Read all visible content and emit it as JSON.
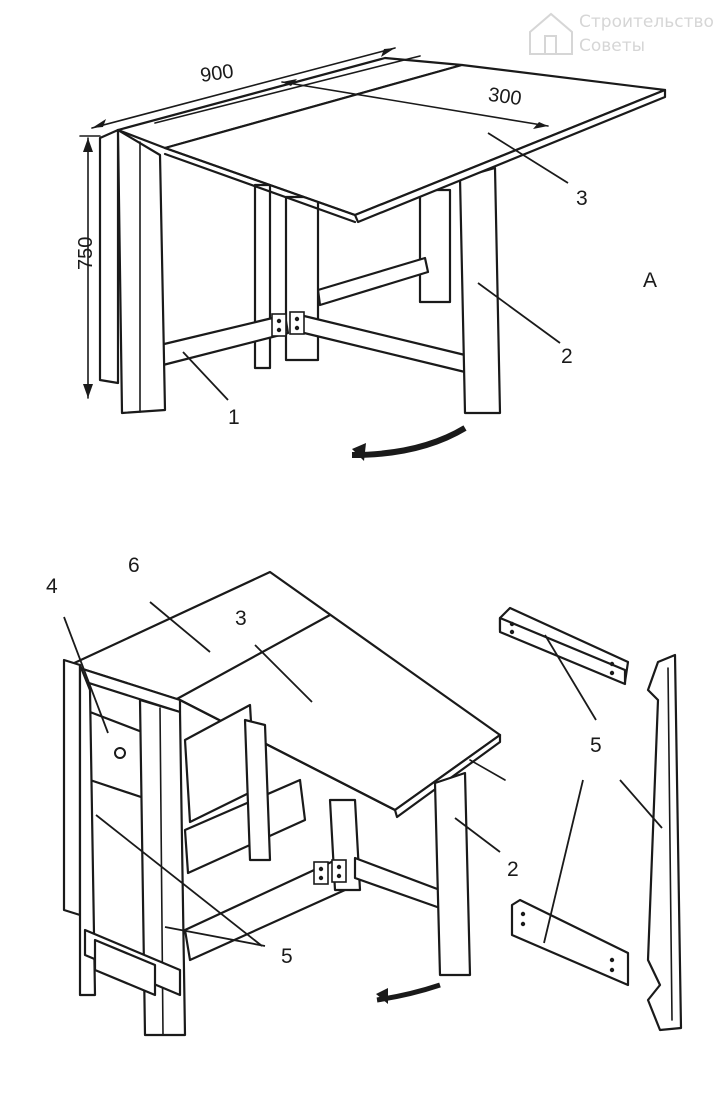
{
  "watermark": {
    "line1": "Строительство",
    "line2": "Советы",
    "icon": "house-icon"
  },
  "figure_a": {
    "view_label": "А",
    "dimensions": {
      "width": "900",
      "leaf": "300",
      "height": "750"
    },
    "callouts": {
      "p1": "1",
      "p2": "2",
      "p3": "3"
    }
  },
  "figure_b": {
    "callouts": {
      "p2": "2",
      "p3": "3",
      "p4": "4",
      "p5a": "5",
      "p5b": "5",
      "p6": "6"
    }
  }
}
